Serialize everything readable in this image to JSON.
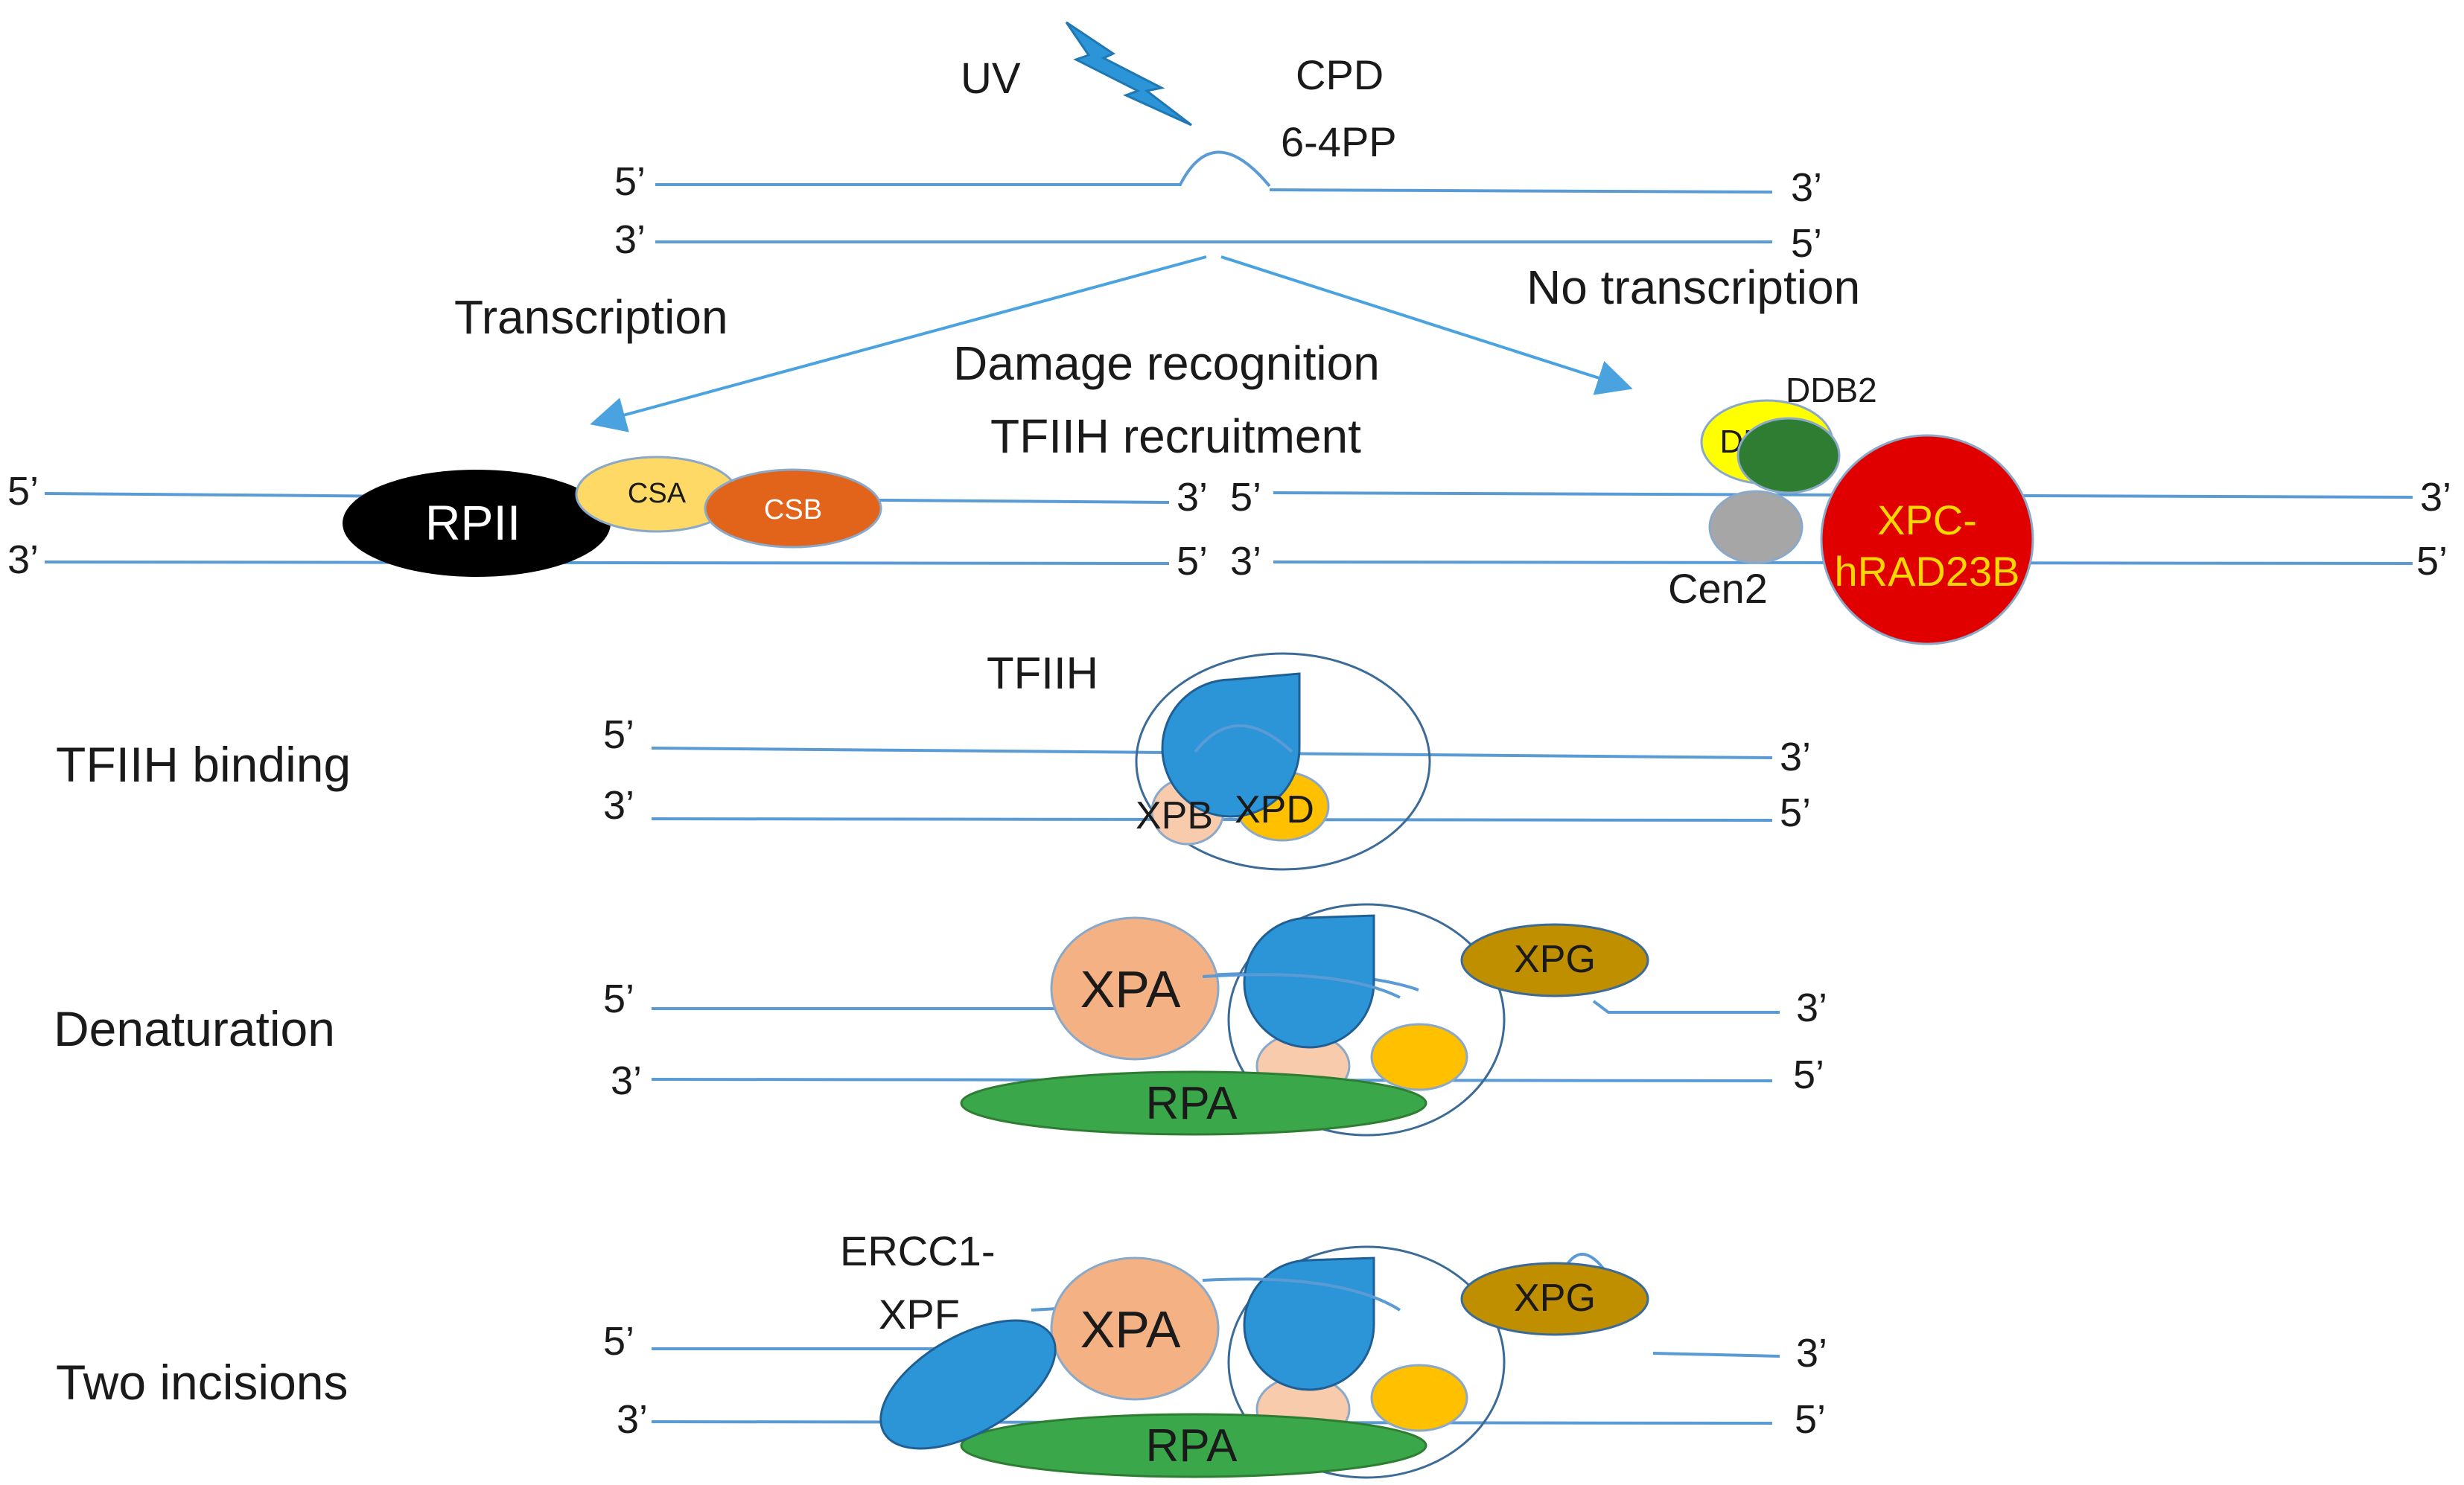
{
  "top": {
    "uv_label": "UV",
    "lesion_label_1": "CPD",
    "lesion_label_2": "6-4PP",
    "strand_top_left": "5’",
    "strand_top_right": "3’",
    "strand_bottom_left": "3’",
    "strand_bottom_right": "5’"
  },
  "branches": {
    "left_label": "Transcription",
    "right_label": "No transcription",
    "center_line_1": "Damage recognition",
    "center_line_2": "TFIIH recruitment"
  },
  "tc_ner": {
    "proteins": {
      "rpii": "RPII",
      "csa": "CSA",
      "csb": "CSB"
    },
    "ends": {
      "top_left": "5’",
      "bottom_left": "3’",
      "top_right": "3’",
      "bottom_right": "5’"
    }
  },
  "gg_ner": {
    "proteins": {
      "ddb1": "DDB1",
      "ddb2": "DDB2",
      "cen2": "Cen2",
      "xpc_1": "XPC-",
      "xpc_2": "hRAD23B"
    },
    "ends": {
      "top_left": "5’",
      "bottom_left": "3’",
      "top_right": "3’",
      "bottom_right": "5’"
    }
  },
  "steps": {
    "tfiih_binding": {
      "label": "TFIIH binding",
      "complex_label": "TFIIH",
      "xpb": "XPB",
      "xpd": "XPD",
      "ends": {
        "top_left": "5’",
        "bottom_left": "3’",
        "top_right": "3’",
        "bottom_right": "5’"
      }
    },
    "denaturation": {
      "label": "Denaturation",
      "xpa": "XPA",
      "xpg": "XPG",
      "rpa": "RPA",
      "ends": {
        "top_left": "5’",
        "bottom_left": "3’",
        "top_right": "3’",
        "bottom_right": "5’"
      }
    },
    "two_incisions": {
      "label": "Two incisions",
      "ercc1_1": "ERCC1-",
      "ercc1_2": "XPF",
      "xpa": "XPA",
      "xpg": "XPG",
      "rpa": "RPA",
      "ends": {
        "top_left": "5’",
        "bottom_left": "3’",
        "top_right": "3’",
        "bottom_right": "5’"
      }
    }
  },
  "colors": {
    "strand": "#5b9bd5",
    "arrow": "#4aa3df",
    "rpii": "#000000",
    "csa": "#ffd966",
    "csb": "#e2631a",
    "ddb1": "#ffff00",
    "ddb2": "#2e7d32",
    "cen2": "#a6a6a6",
    "xpc": "#e00000",
    "xpc_text": "#ffd700",
    "tfiih_core": "#2b95d8",
    "xpb": "#f8cbad",
    "xpd": "#ffc000",
    "xpa": "#f4b183",
    "xpg": "#bf8f00",
    "rpa": "#3aa84a",
    "ercc1": "#2b95d8"
  }
}
